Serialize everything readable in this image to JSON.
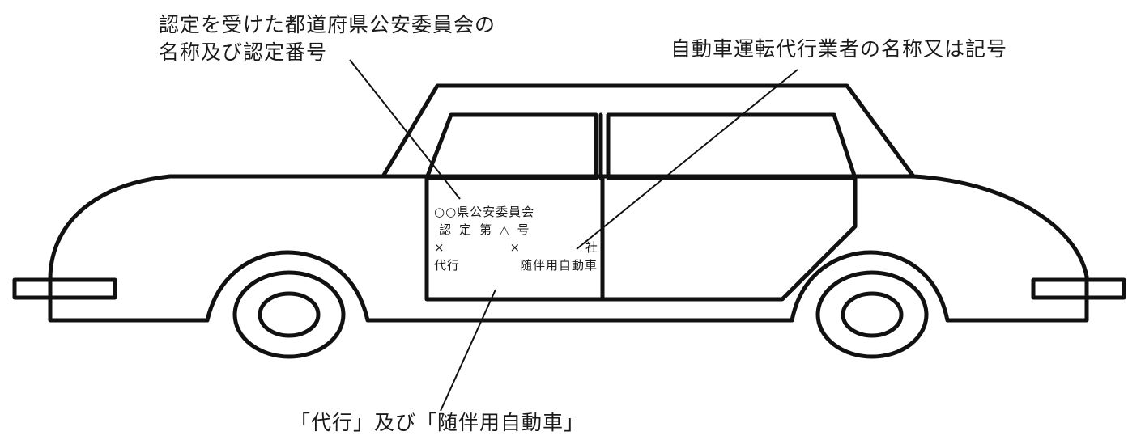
{
  "diagram": {
    "stroke_color": "#111111",
    "background_color": "#ffffff"
  },
  "labels": {
    "commission_line1": "認定を受けた都道府県公安委員会の",
    "commission_line2": "名称及び認定番号",
    "operator": "自動車運転代行業者の名称又は記号",
    "daiko_sign": "「代行」及び「随伴用自動車」"
  },
  "door_sign": {
    "line1": "○○県公安委員会",
    "line2": "認定第△号",
    "line3_left": "×",
    "line3_mid": "×",
    "line3_right": "社",
    "line4_left": "代行",
    "line4_right": "随伴用自動車"
  }
}
